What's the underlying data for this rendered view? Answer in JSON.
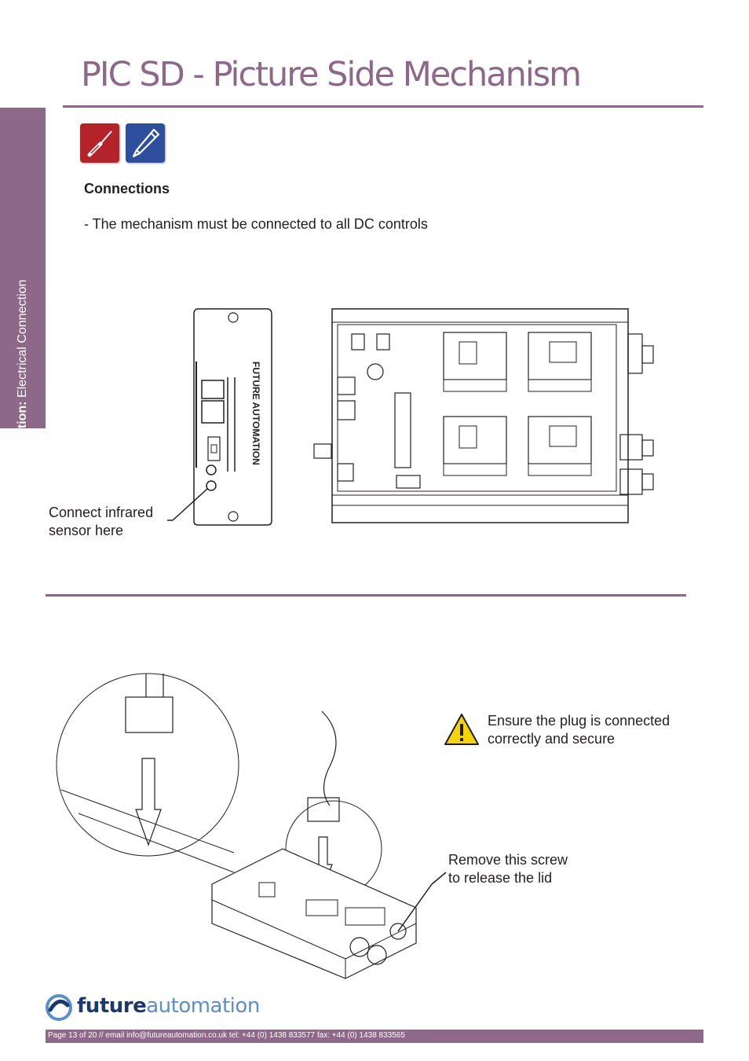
{
  "header": {
    "title": "PIC SD - Picture Side Mechanism"
  },
  "side_tab": {
    "label_bold": "Installation:",
    "label_rest": " Electrical Connection"
  },
  "icons": {
    "tools": [
      "screwdriver-icon",
      "pencil-icon"
    ],
    "warning": "warning-icon"
  },
  "section": {
    "heading": "Connections",
    "body": "- The mechanism must be connected to all DC controls"
  },
  "callouts": {
    "infrared_line1": "Connect infrared",
    "infrared_line2": "sensor here",
    "plug_line1": "Ensure the plug is connected",
    "plug_line2": "correctly and secure",
    "screw_line1": "Remove this screw",
    "screw_line2": "to release the lid"
  },
  "diagram_labels": {
    "brand_on_plate": "FUTURE AUTOMATION"
  },
  "logo": {
    "strong": "future",
    "light": "automation"
  },
  "footer": {
    "text": "Page 13 of 20 // email info@futureautomation.co.uk  tel: +44 (0) 1438 833577  fax: +44 (0) 1438 833565"
  },
  "colors": {
    "accent": "#8d6889",
    "screwdriver_bg": "#b5232a",
    "pencil_bg": "#2e4f9e",
    "warning_yellow": "#f5d30a",
    "logo_dark": "#1b3a6b",
    "logo_light": "#5a8fc8"
  }
}
